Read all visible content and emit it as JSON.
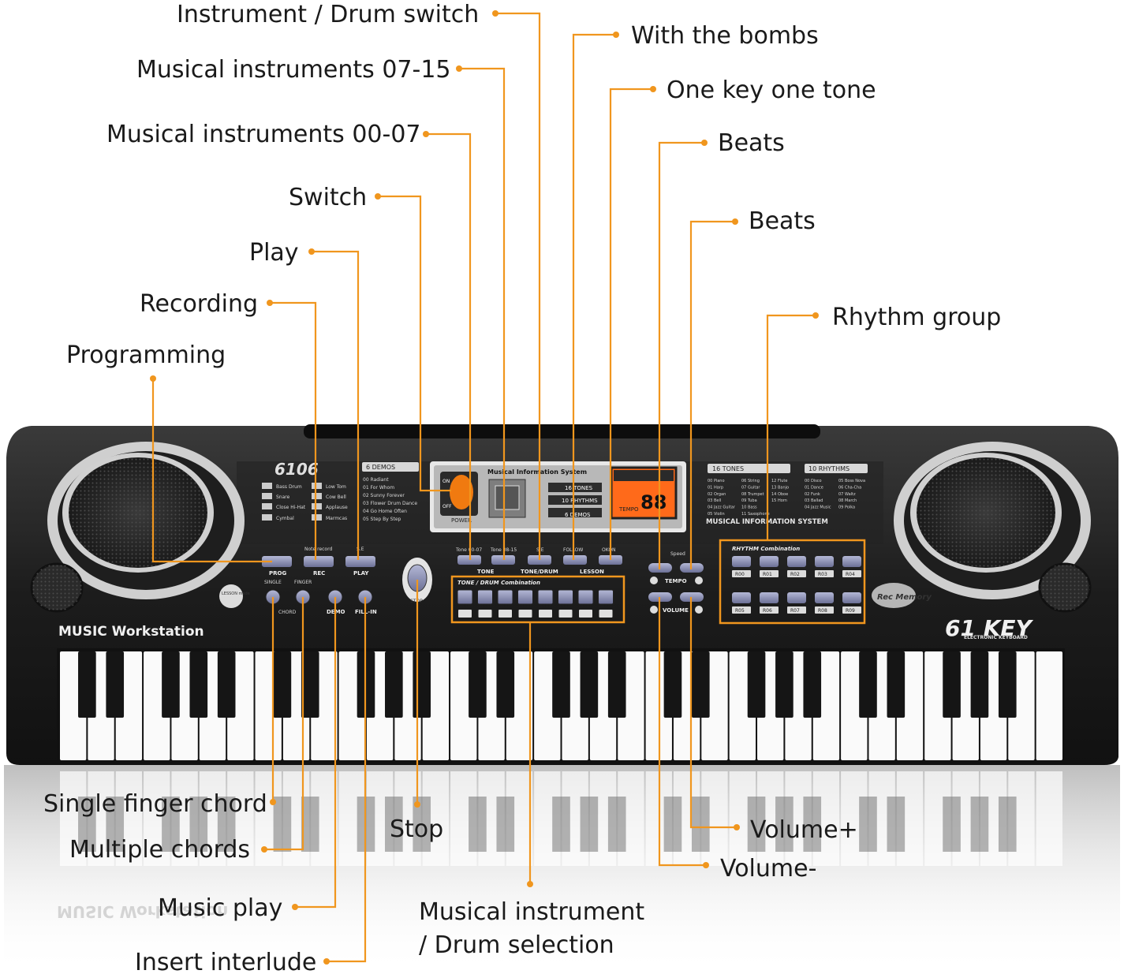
{
  "labels": {
    "instrument_drum_switch": "Instrument / Drum switch",
    "with_the_bombs": "With the bombs",
    "instruments_07_15": "Musical instruments 07-15",
    "one_key_one_tone": "One key one tone",
    "instruments_00_07": "Musical instruments 00-07",
    "beats_1": "Beats",
    "switch": "Switch",
    "beats_2": "Beats",
    "play": "Play",
    "rhythm_group": "Rhythm group",
    "recording": "Recording",
    "programming": "Programming",
    "single_finger_chord": "Single finger chord",
    "stop": "Stop",
    "volume_plus": "Volume+",
    "multiple_chords": "Multiple chords",
    "volume_minus": "Volume-",
    "music_play": "Music play",
    "instrument_drum_selection_1": "Musical instrument",
    "instrument_drum_selection_2": "/ Drum selection",
    "insert_interlude": "Insert interlude"
  },
  "keyboard": {
    "model": "6106",
    "brand_line": "MUSIC Workstation",
    "key_count": "61 KEY",
    "key_sub": "ELECTRONIC KEYBOARD",
    "demos_title": "6 DEMOS",
    "demos": [
      "00 Radiant",
      "01 For Whom",
      "02 Sunny Forever",
      "03 Flower Drum Dance",
      "04 Go Home Often",
      "05 Step By Step"
    ],
    "drums_left": [
      "Bass Drum",
      "Snare",
      "Close Hi-Hat",
      "Cymbal"
    ],
    "drums_right": [
      "Low Tom",
      "Cow Bell",
      "Applause",
      "Marmcas"
    ],
    "mis_title": "Musical Information System",
    "mis_items": [
      "16 TONES",
      "10 RHYTHMS",
      "6 DEMOS"
    ],
    "display_value": "88",
    "display_tempo": "TEMPO",
    "power_on": "ON",
    "power_off": "OFF",
    "power_label": "POWER",
    "tones_title": "16 TONES",
    "tones_col1": [
      "00 Piano",
      "01 Harp",
      "02 Organ",
      "03 Bell",
      "04 Jazz Guitar",
      "05 Violin"
    ],
    "tones_col2": [
      "06 String",
      "07 Guitar",
      "08 Trumpet",
      "09 Tuba",
      "10 Bass",
      "11 Saxophone"
    ],
    "tones_col3": [
      "12 Flute",
      "13 Banjo",
      "14 Oboe",
      "15 Horn"
    ],
    "rhythms_title": "10 RHYTHMS",
    "rhythms_col1": [
      "00 Disco",
      "01 Dance",
      "02 Funk",
      "03 Ballad",
      "04 Jazz Music"
    ],
    "rhythms_col2": [
      "05 Boss Nova",
      "06 Cha-Cha",
      "07 Waltz",
      "08 March",
      "09 Polka"
    ],
    "mis_footer": "MUSICAL INFORMATION SYSTEM",
    "btn_prog": "PROG",
    "btn_rec": "REC",
    "btn_play": "PLAY",
    "note_record": "Note record",
    "se": "S.E",
    "lesson_mode": "LESSON mode",
    "single": "SINGLE",
    "finger": "FINGER",
    "chord": "CHORD",
    "demo": "DEMO",
    "fillin": "FILL-IN",
    "stop": "STOP",
    "tone_0007": "Tone 00-07",
    "tone_0815": "Tone 08-15",
    "se2": "S.E",
    "follow": "FOLLOW",
    "okon": "OKON",
    "tone": "TONE",
    "tone_drum": "TONE/DRUM",
    "lesson": "LESSON",
    "combo_title": "TONE / DRUM Combination",
    "speed": "Speed",
    "tempo": "TEMPO",
    "volume": "VOLUME",
    "rhythm_combo": "RHYTHM Combination",
    "rhythm_row1": [
      "R00",
      "R01",
      "R02",
      "R03",
      "R04"
    ],
    "rhythm_row2": [
      "R05",
      "R06",
      "R07",
      "R08",
      "R09"
    ],
    "rec_memory": "Rec Memory"
  }
}
